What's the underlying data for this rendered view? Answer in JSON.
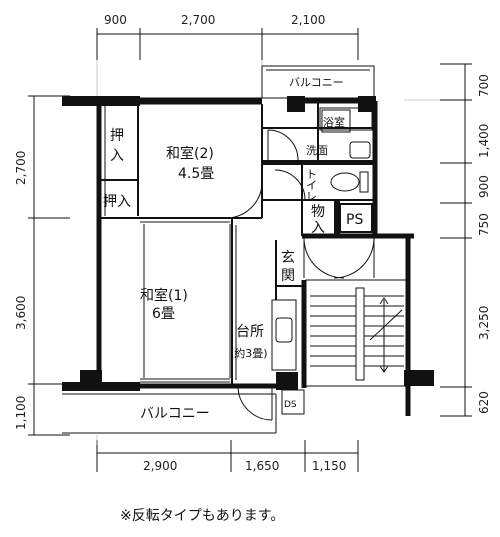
{
  "dimensions": {
    "top": [
      "900",
      "2,700",
      "2,100"
    ],
    "bottom": [
      "2,900",
      "1,650",
      "1,150"
    ],
    "left": [
      "2,700",
      "3,600",
      "1,100"
    ],
    "right": [
      "700",
      "1,400",
      "900",
      "750",
      "3,250",
      "620"
    ]
  },
  "rooms": {
    "oshiire_top": [
      "押",
      "入"
    ],
    "oshiire_bottom": "押入",
    "washitsu2": {
      "name": "和室(2)",
      "size": "4.5畳"
    },
    "washitsu1": {
      "name": "和室(1)",
      "size": "6畳"
    },
    "kitchen": {
      "name": "台所",
      "size": "(約3畳)"
    },
    "bath": "浴室",
    "senmen": "洗面",
    "toilet": [
      "ト",
      "イ",
      "レ"
    ],
    "monoire": [
      "物",
      "入"
    ],
    "ps": "PS",
    "genkan": [
      "玄",
      "関"
    ],
    "ds": "DS",
    "balcony_top": "バルコニー",
    "balcony_bottom": "バルコニー"
  },
  "footnote": "※反転タイプもあります。"
}
